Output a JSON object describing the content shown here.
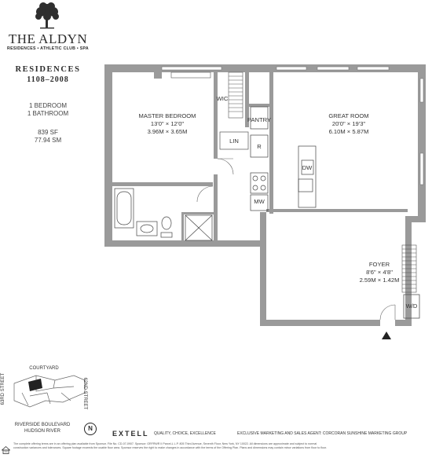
{
  "brand": {
    "name": "THE ALDYN",
    "tagline": "RESIDENCES • ATHLETIC CLUB • SPA"
  },
  "residence": {
    "title": "RESIDENCES",
    "numbers": "1108–2008",
    "bedrooms": "1 BEDROOM",
    "bathrooms": "1 BATHROOM",
    "sf": "839 SF",
    "sm": "77.94 SM"
  },
  "rooms": {
    "master": {
      "name": "MASTER BEDROOM",
      "imperial": "13'0\" × 12'0\"",
      "metric": "3.96M × 3.65M"
    },
    "great": {
      "name": "GREAT ROOM",
      "imperial": "20'0\" × 19'3\"",
      "metric": "6.10M × 5.87M"
    },
    "foyer": {
      "name": "FOYER",
      "imperial": "8'6\" × 4'8\"",
      "metric": "2.59M × 1.42M"
    },
    "wic": "WIC",
    "pantry": "PANTRY",
    "lin": "LIN",
    "refrigerator": "R",
    "dishwasher": "DW",
    "microwave": "MW",
    "washer_dryer": "W/D"
  },
  "keyplan": {
    "courtyard": "COURTYARD",
    "street_63": "63RD STREET",
    "street_62": "62ND STREET",
    "riverside": "RIVERSIDE BOULEVARD",
    "river": "HUDSON RIVER",
    "north": "N"
  },
  "footer": {
    "developer": "EXTELL",
    "developer_tag": "QUALITY, CHOICE, EXCELLENCE",
    "marketing": "EXCLUSIVE MARKETING AND SALES AGENT: CORCORAN SUNSHINE MARKETING GROUP",
    "legal1": "The complete offering terms are in an offering plan available from Sponsor. File No. CD-07-0907. Sponsor: GRFRWR II Parcel-L L.P. 805 Third Avenue, Seventh Floor, New York, NY 10022. All dimensions are approximate and subject to normal",
    "legal2": "construction variances and tolerances. Square footage exceeds the usable floor area. Sponsor reserves the right to make changes in accordance with the terms of the Offering Plan. Plans and dimensions may contain minor variations from floor to floor."
  }
}
